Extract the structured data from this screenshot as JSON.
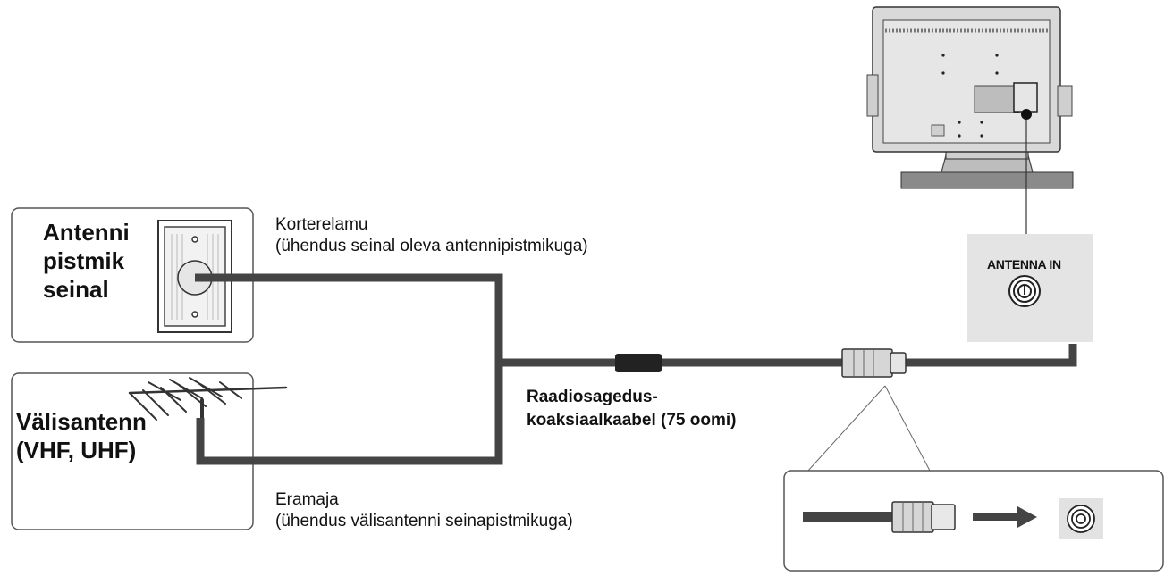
{
  "wall_socket": {
    "title": "Antenni\npistmik\nseinal"
  },
  "outdoor_antenna": {
    "title": "Välisantenn\n(VHF, UHF)"
  },
  "apartment": {
    "line1": "Korterelamu",
    "line2": "(ühendus seinal oleva antennipistmikuga)"
  },
  "house": {
    "line1": "Eramaja",
    "line2": "(ühendus välisantenni seinapistmikuga)"
  },
  "cable": {
    "line1": "Raadiosagedus-",
    "line2": "koaksiaalkaabel (75 oomi)"
  },
  "tv_port": {
    "label": "ANTENNA IN"
  },
  "colors": {
    "cable": "#444444",
    "panel": "#e4e4e4",
    "tv_body": "#d9d9d9"
  }
}
